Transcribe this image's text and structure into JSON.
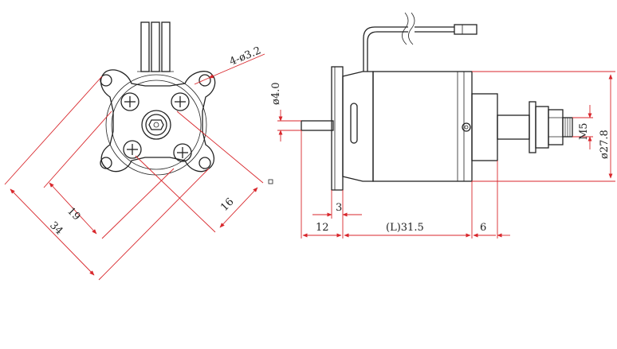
{
  "colors": {
    "outline": "#222222",
    "dimension_line": "#d8262b",
    "background": "#ffffff"
  },
  "front_view": {
    "hole_callout": "4-ø3.2",
    "dim_mount_spacing": "19",
    "dim_overall_width": "34",
    "dim_hole_pitch": "16"
  },
  "side_view": {
    "dim_shaft_diameter": "ø4.0",
    "dim_body_diameter": "ø27.8",
    "dim_thread": "M5",
    "dim_flange_thickness": "3",
    "dim_shaft_length": "12",
    "dim_body_length": "(L)31.5",
    "dim_prop_adapter": "6"
  }
}
